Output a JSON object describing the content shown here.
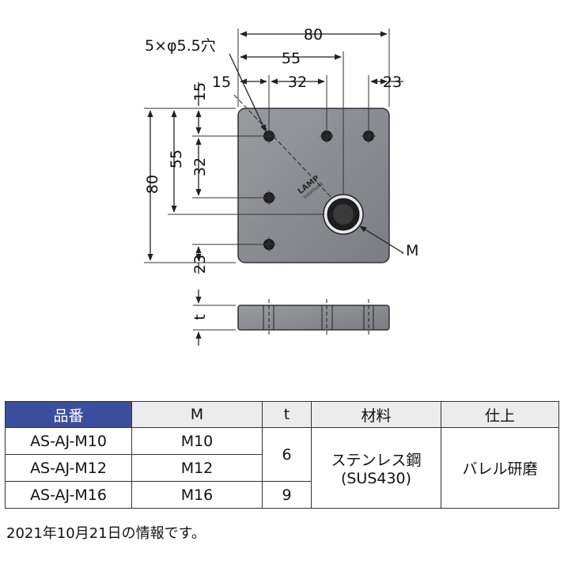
{
  "drawing": {
    "hole_note": "5×φ5.5穴",
    "top_dims": {
      "overall": "80",
      "center": "55",
      "left_offset": "15",
      "pitch": "32",
      "right_offset": "23"
    },
    "left_dims": {
      "overall": "80",
      "center": "55",
      "top_offset": "15",
      "pitch": "32",
      "bottom_offset": "23"
    },
    "thread_label": "M",
    "thickness_label": "t",
    "logo_text": "LAMP",
    "logo_subtext": "SUGATSUNE"
  },
  "table": {
    "headers": {
      "part_no": "品番",
      "thread": "M",
      "thickness": "t",
      "material": "材料",
      "finish": "仕上"
    },
    "rows": [
      {
        "part_no": "AS-AJ-M10",
        "thread": "M10"
      },
      {
        "part_no": "AS-AJ-M12",
        "thread": "M12"
      },
      {
        "part_no": "AS-AJ-M16",
        "thread": "M16"
      }
    ],
    "thickness_values": [
      "6",
      "9"
    ],
    "material_line1": "ステンレス鋼",
    "material_line2": "(SUS430)",
    "finish": "バレル研磨",
    "colors": {
      "header_accent": "#3b4f9e",
      "header_bg": "#ececec",
      "plate": "#8a8b8f"
    }
  },
  "footer": {
    "note": "2021年10月21日の情報です。"
  }
}
